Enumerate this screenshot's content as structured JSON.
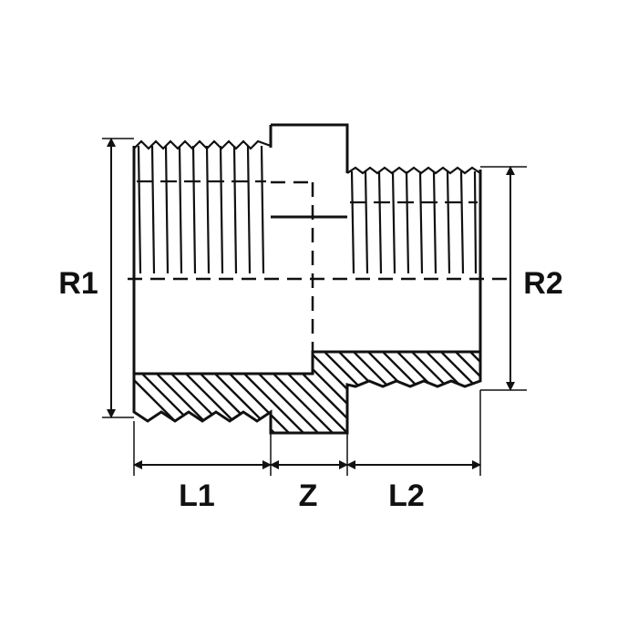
{
  "labels": {
    "r1": "R1",
    "r2": "R2",
    "l1": "L1",
    "z": "Z",
    "l2": "L2"
  },
  "colors": {
    "line": "#111111",
    "background": "#ffffff"
  }
}
